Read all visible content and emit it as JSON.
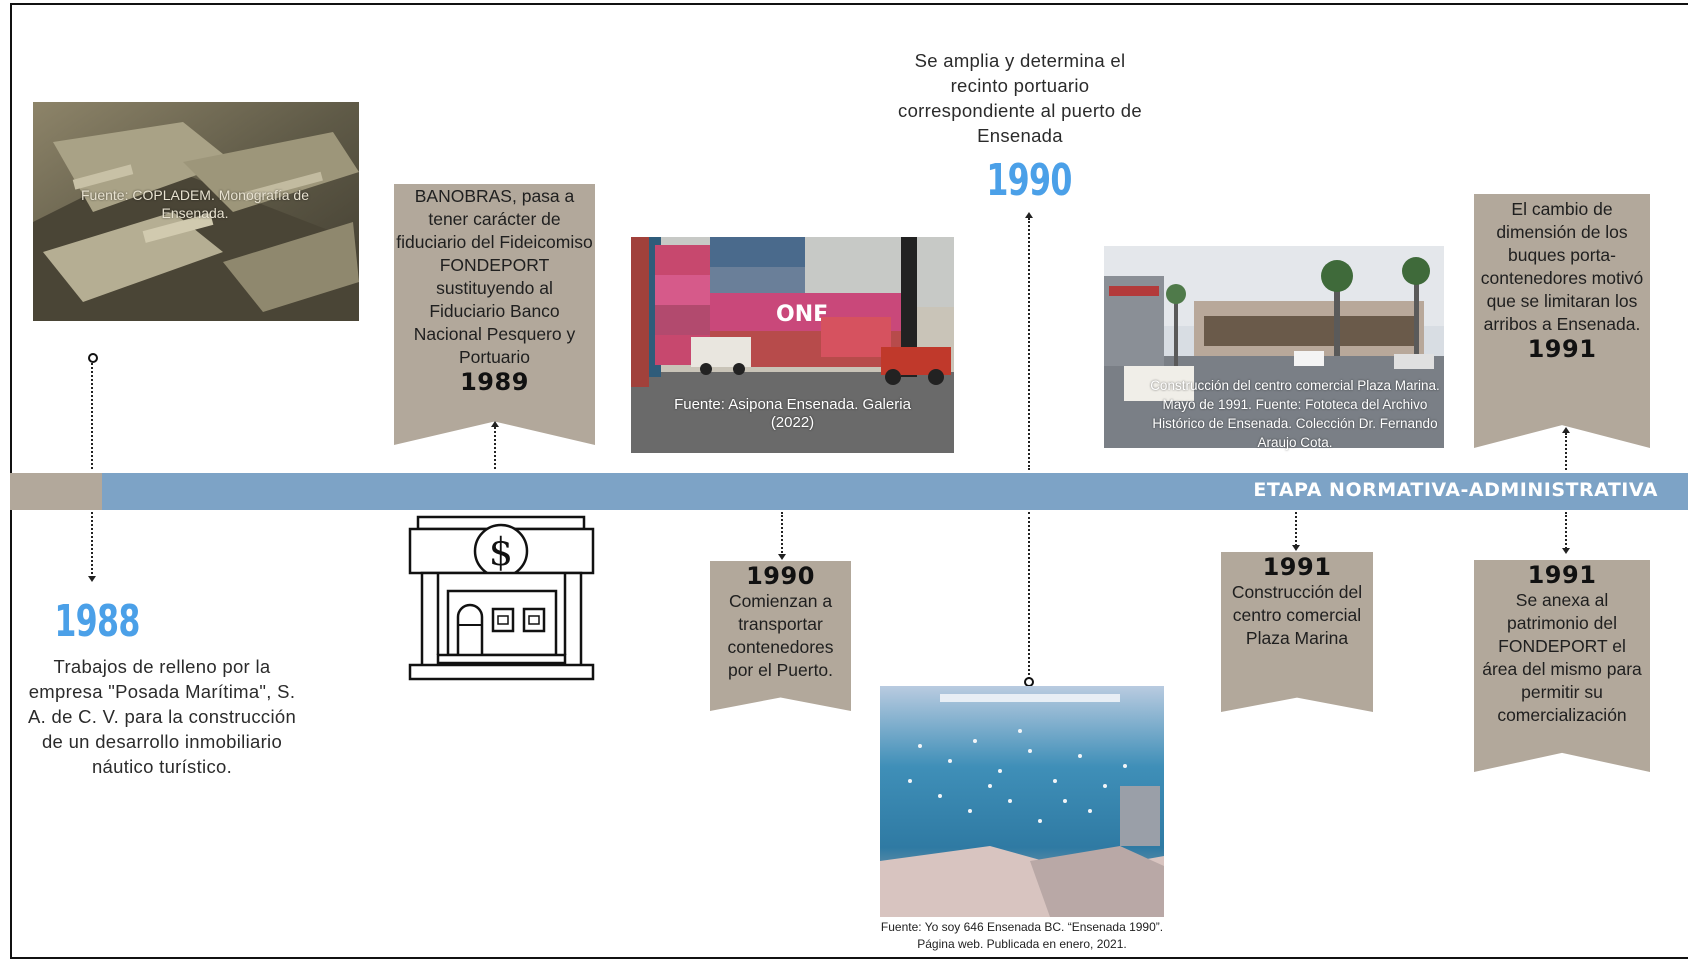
{
  "timeline": {
    "stage_label": "ETAPA NORMATIVA-ADMINISTRATIVA",
    "colors": {
      "bar": "#7da3c6",
      "bar_start": "#b2a89b",
      "banner": "#b2a89b",
      "year_blue": "#4ba0e8"
    }
  },
  "events": {
    "e1988": {
      "year": "1988",
      "text": "Trabajos de relleno por la empresa \"Posada Marítima\", S. A. de C. V. para la construcción de un desarrollo inmobiliario náutico turístico.",
      "photo_caption": "Fuente: COPLADEM. Monografía de Ensenada."
    },
    "e1989": {
      "text": "BANOBRAS, pasa a tener carácter de fiduciario del Fideicomiso FONDEPORT sustituyendo al Fiduciario Banco Nacional Pesquero y Portuario",
      "year": "1989",
      "icon": "bank-icon"
    },
    "e1990_containers": {
      "photo_caption": "Fuente: Asipona Ensenada. Galeria (2022)",
      "container_logo": "ONE",
      "year": "1990",
      "text": "Comienzan a transportar contenedores por el Puerto."
    },
    "e1990_recinto": {
      "text": "Se amplia y determina el recinto portuario correspondiente al puerto de Ensenada",
      "year": "1990",
      "photo_caption": "Fuente: Yo soy 646 Ensenada BC. “Ensenada 1990”. Página web. Publicada en enero, 2021."
    },
    "e1991_plaza": {
      "photo_caption": "Construcción del centro comercial Plaza Marina. Mayo de 1991. Fuente: Fototeca del Archivo Histórico de Ensenada. Colección Dr. Fernando Araujo Cota.",
      "year": "1991",
      "text": "Construcción del centro comercial Plaza Marina"
    },
    "e1991_buques": {
      "text": "El cambio de dimensión de los buques porta-contenedores motivó que se limitaran los arribos a Ensenada.",
      "year": "1991"
    },
    "e1991_anexa": {
      "year": "1991",
      "text": "Se anexa al patrimonio del FONDEPORT el área del mismo para permitir su comercialización"
    }
  }
}
